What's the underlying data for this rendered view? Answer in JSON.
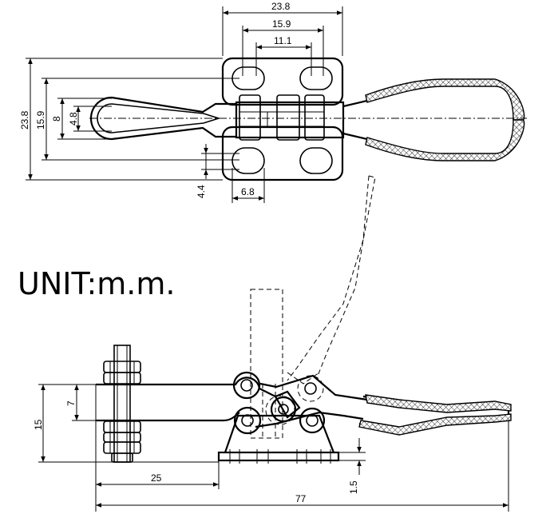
{
  "unit_label": "UNIT:m.m.",
  "top_view": {
    "dim_width_overall": "23.8",
    "dim_hole_spacing_outer": "15.9",
    "dim_hole_spacing_inner": "11.1",
    "dim_height_overall": "23.8",
    "dim_height_holes": "15.9",
    "dim_slot_width": "8",
    "dim_slot_inner": "4.8",
    "dim_hole_diameter": "4.4",
    "dim_hole_offset": "6.8"
  },
  "side_view": {
    "dim_base_height": "15",
    "dim_arm_height": "7",
    "dim_bolt_offset": "25",
    "dim_base_thickness": "1.5",
    "dim_total_length": "77"
  }
}
